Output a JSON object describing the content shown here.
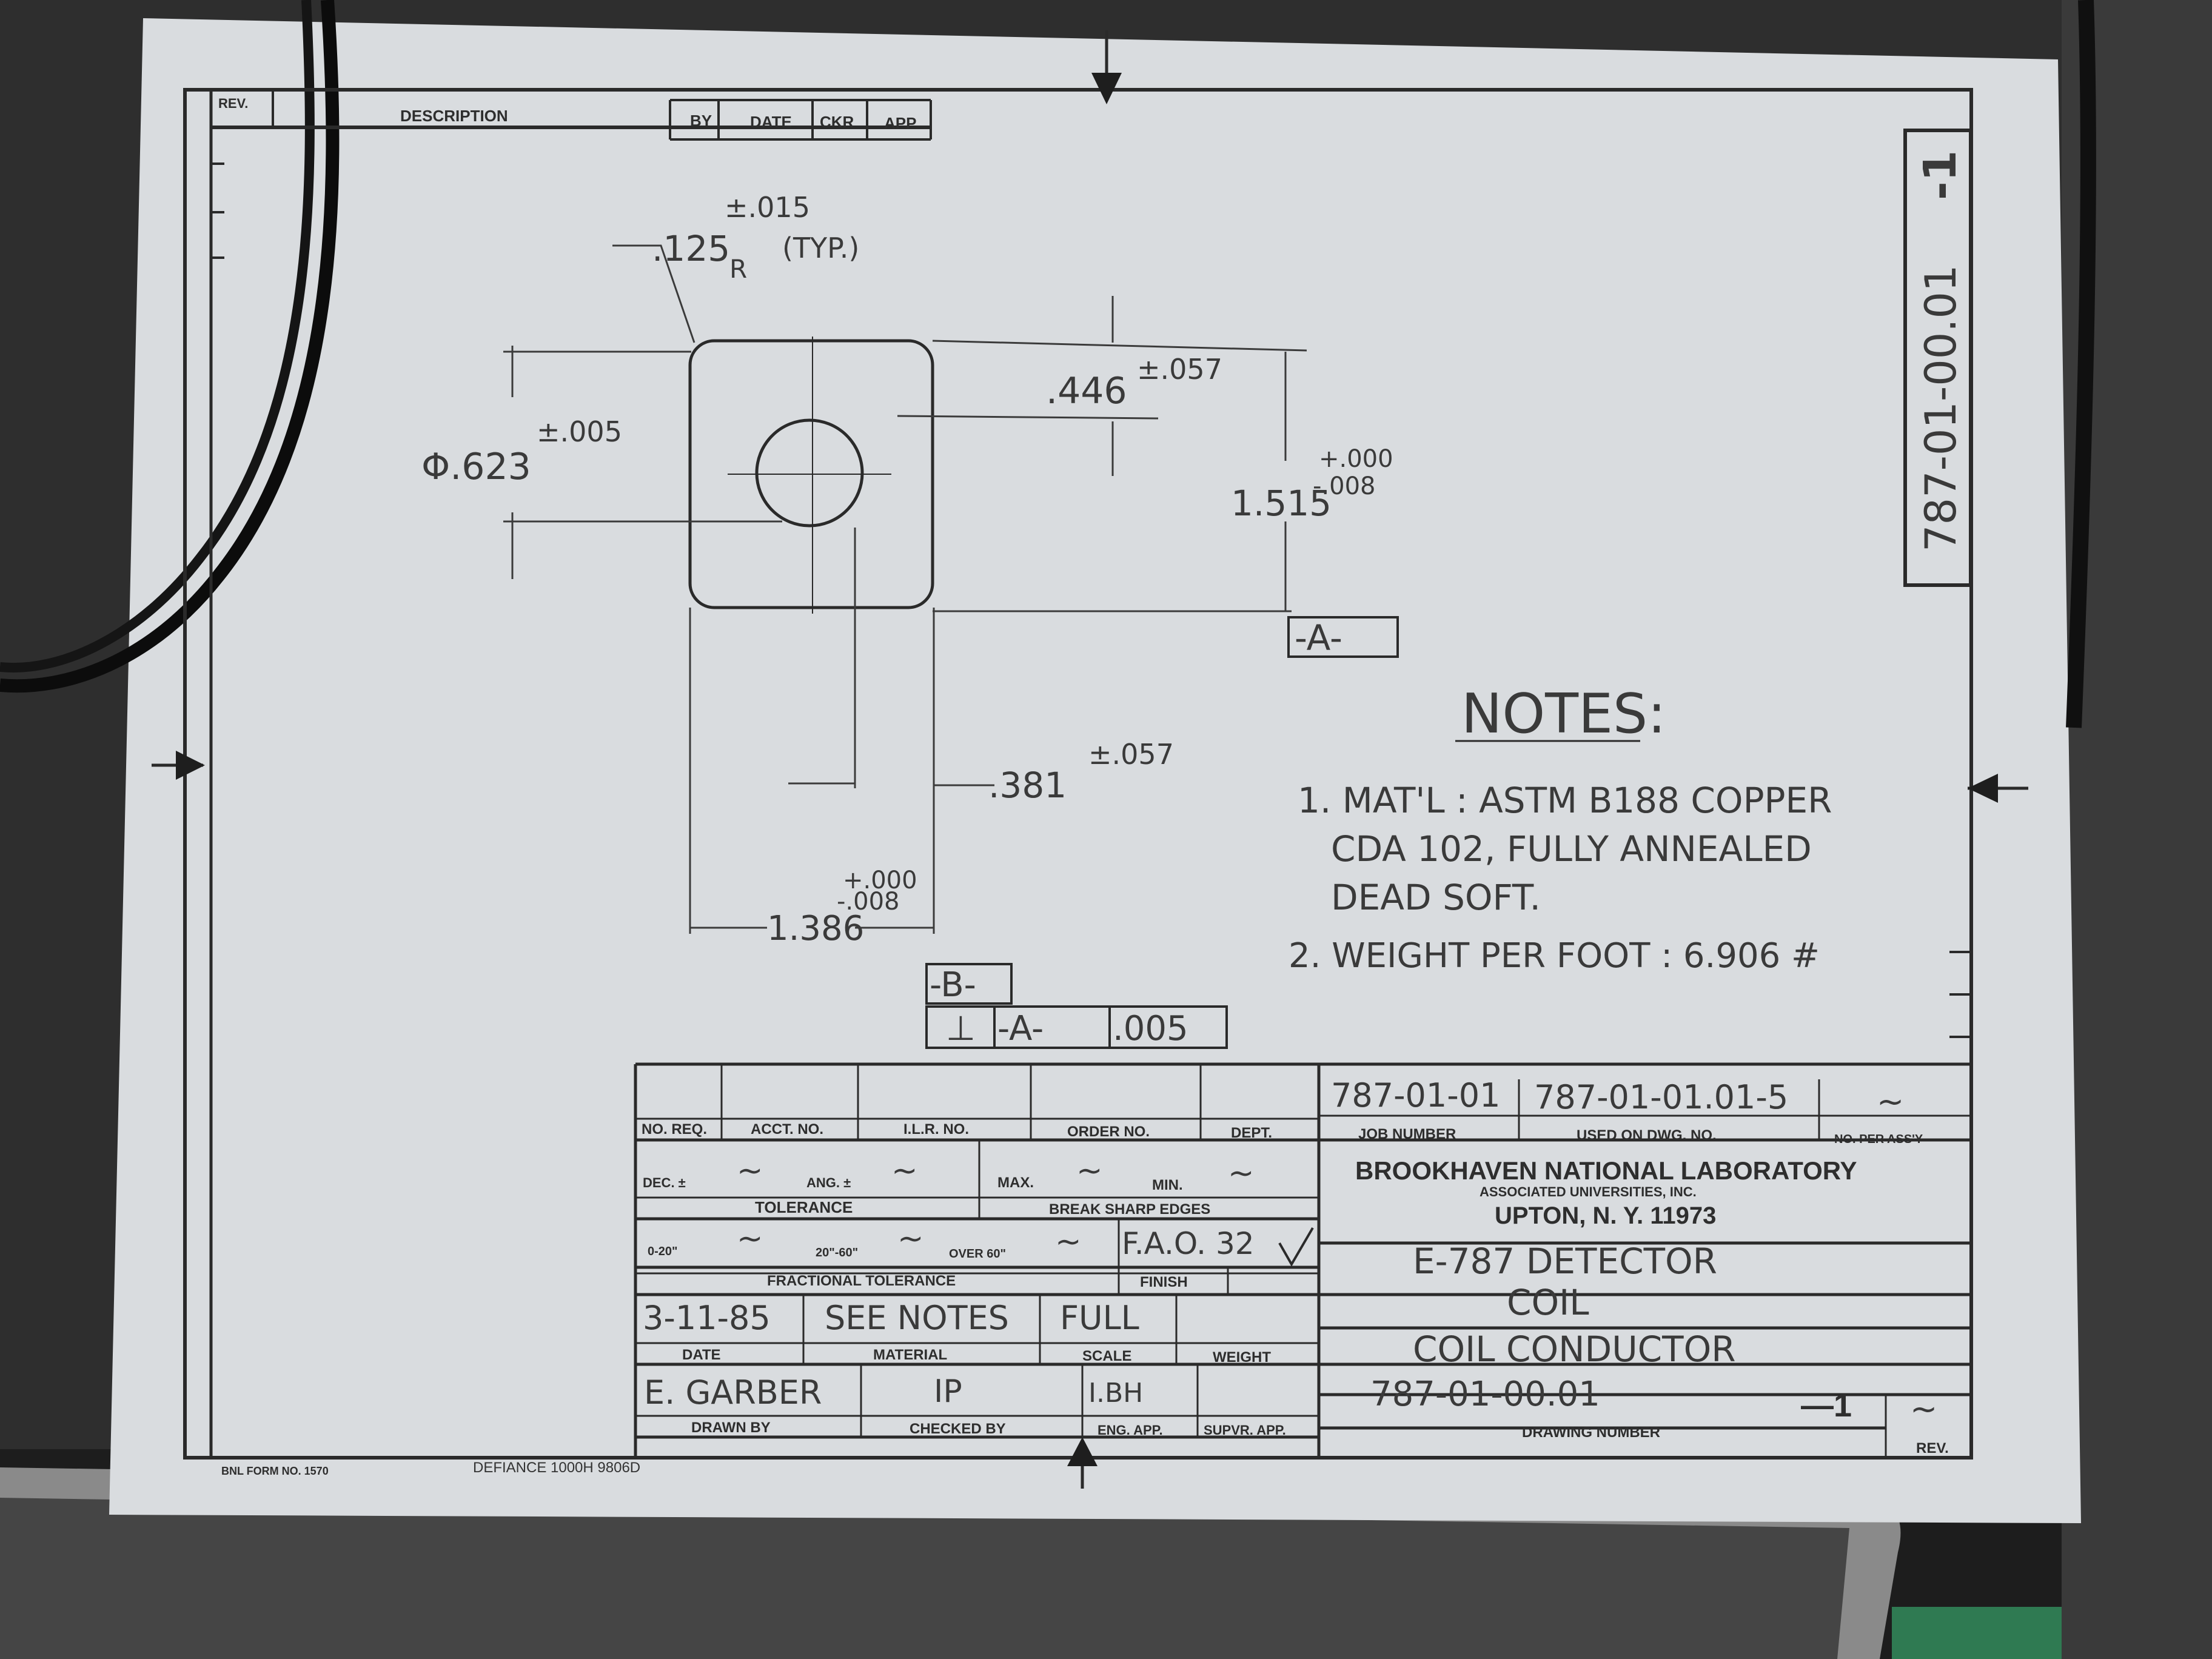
{
  "revision_block": {
    "rev": "REV.",
    "description": "DESCRIPTION",
    "by": "BY",
    "date": "DATE",
    "ckr": "CKR",
    "app": "APP"
  },
  "side_tab": {
    "number": "787-01-00.01",
    "rev": "-1"
  },
  "dimensions": {
    "radius_tol": "±.015",
    "radius": ".125",
    "radius_sub": "R",
    "radius_typ": "(TYP.)",
    "width_446": ".446",
    "tol_057_a": "±.057",
    "dia_symbol_value": "Φ.623",
    "tol_005": "±.005",
    "height_1515": "1.515",
    "tol_plus": "+.000",
    "tol_minus": "-.008",
    "datum_a": "-A-",
    "dim_381": ".381",
    "tol_057_b": "±.057",
    "dim_1386": "1.386",
    "tol_plus_b": "+.000",
    "tol_minus_b": "-.008",
    "datum_b": "-B-",
    "fcf_symbol": "⊥",
    "fcf_datum": "-A-",
    "fcf_value": ".005"
  },
  "notes": {
    "title": "NOTES:",
    "line1": "1. MAT'L : ASTM B188 COPPER",
    "line2": "CDA 102, FULLY ANNEALED",
    "line3": "DEAD SOFT.",
    "line4": "2. WEIGHT PER FOOT : 6.906 #"
  },
  "title_block": {
    "no_req": "NO. REQ.",
    "acct_no": "ACCT. NO.",
    "ilr_no": "I.L.R. NO.",
    "order_no": "ORDER NO.",
    "dept": "DEPT.",
    "job_number_value": "787-01-01",
    "job_number": "JOB NUMBER",
    "used_on_value": "787-01-01.01-5",
    "used_on": "USED ON DWG. NO.",
    "per_assy_value": "~",
    "per_assy": "NO. PER ASS'Y",
    "dec": "DEC. ±",
    "ang": "ANG. ±",
    "tolerance": "TOLERANCE",
    "max": "MAX.",
    "min": "MIN.",
    "break_edges": "BREAK SHARP EDGES",
    "frac_1": "0-20\"",
    "frac_2": "20\"-60\"",
    "frac_3": "OVER 60\"",
    "fractional_tolerance": "FRACTIONAL TOLERANCE",
    "finish_value": "F.A.O.  32",
    "finish": "FINISH",
    "tilde": "~",
    "date_value": "3-11-85",
    "date": "DATE",
    "material_value": "SEE NOTES",
    "material": "MATERIAL",
    "scale_value": "FULL",
    "scale": "SCALE",
    "weight": "WEIGHT",
    "drawn_by_value": "E. GARBER",
    "drawn_by": "DRAWN BY",
    "checked_by_value": "IP",
    "checked_by": "CHECKED BY",
    "eng_app_value": "I.BH",
    "eng_app": "ENG. APP.",
    "supvr_app": "SUPVR. APP.",
    "lab_name": "BROOKHAVEN NATIONAL LABORATORY",
    "lab_sub": "ASSOCIATED UNIVERSITIES, INC.",
    "lab_city": "UPTON, N. Y. 11973",
    "title1": "E-787 DETECTOR",
    "title2": "COIL",
    "title3": "COIL CONDUCTOR",
    "drawing_number_value": "787-01-00.01",
    "drawing_number": "DRAWING NUMBER",
    "dash_no": "—1",
    "rev_value": "~",
    "rev": "REV."
  },
  "footer": {
    "form_no": "BNL FORM NO. 1570",
    "defiance": "DEFIANCE 1000H 9806D"
  }
}
